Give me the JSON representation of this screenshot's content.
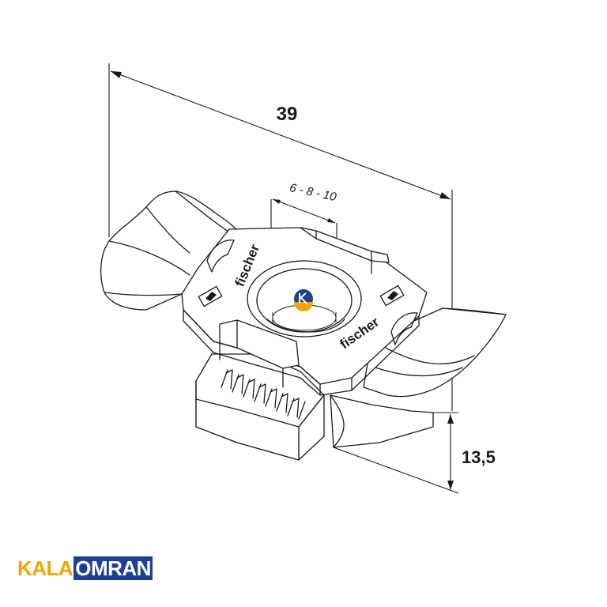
{
  "dimensions": {
    "length": "39",
    "height": "13,5",
    "thread_sizes": "6 - 8 - 10"
  },
  "brand_marks": {
    "left": "fischer",
    "right": "fischer"
  },
  "watermark": {
    "part_a": "KALA",
    "part_b": "OMRAN",
    "color_a": "#f0a500",
    "color_b": "#1f3f8f"
  },
  "center_badge": {
    "color_top": "#1f3f8f",
    "color_bottom": "#f0a500"
  }
}
